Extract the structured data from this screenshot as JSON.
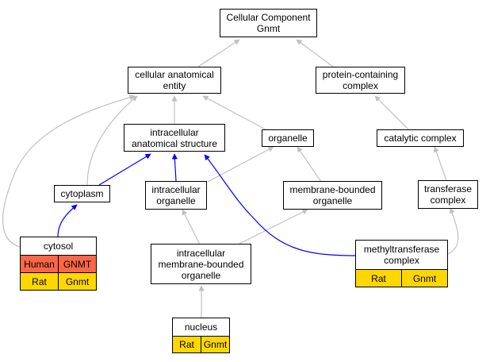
{
  "nodes": {
    "root": {
      "line1": "Cellular Component",
      "line2": "Gnmt"
    },
    "cae": {
      "line1": "cellular anatomical",
      "line2": "entity"
    },
    "pcc": {
      "line1": "protein-containing",
      "line2": "complex"
    },
    "ias": {
      "line1": "intracellular",
      "line2": "anatomical structure"
    },
    "organelle": {
      "line1": "organelle"
    },
    "catalytic": {
      "line1": "catalytic complex"
    },
    "cytoplasm": {
      "line1": "cytoplasm"
    },
    "io": {
      "line1": "intracellular",
      "line2": "organelle"
    },
    "mbo": {
      "line1": "membrane-bounded",
      "line2": "organelle"
    },
    "transferase": {
      "line1": "transferase",
      "line2": "complex"
    },
    "imbo": {
      "line1": "intracellular",
      "line2": "membrane-bounded",
      "line3": "organelle"
    },
    "cytosol": {
      "title": "cytosol",
      "rows": [
        {
          "species": "Human",
          "gene": "GNMT"
        },
        {
          "species": "Rat",
          "gene": "Gnmt"
        }
      ]
    },
    "mtc": {
      "title_line1": "methyltransferase",
      "title_line2": "complex",
      "rows": [
        {
          "species": "Rat",
          "gene": "Gnmt"
        }
      ]
    },
    "nucleus": {
      "title": "nucleus",
      "rows": [
        {
          "species": "Rat",
          "gene": "Gnmt"
        }
      ]
    }
  },
  "colors": {
    "gray_edge": "#c0c0c0",
    "blue_edge": "#0000ff",
    "human": "#f96747",
    "rat": "#ffd700"
  }
}
